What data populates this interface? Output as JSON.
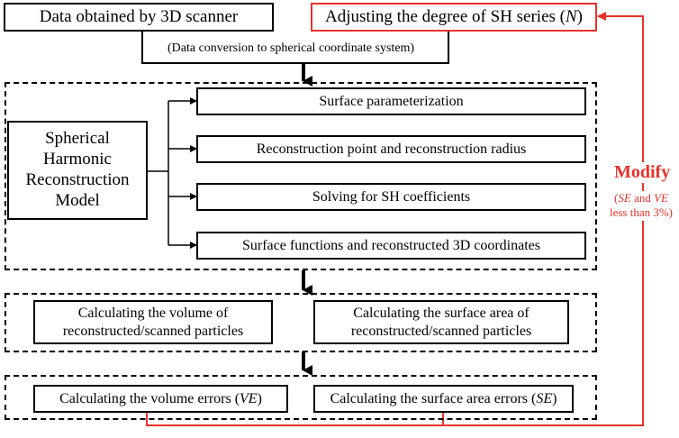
{
  "top": {
    "scanner_box": "Data obtained by 3D scanner",
    "adjust_box_prefix": "Adjusting the degree of SH series (",
    "adjust_box_var": "N",
    "adjust_box_suffix": ")",
    "conversion_note": "(Data conversion to spherical coordinate system)"
  },
  "model": {
    "label": "Spherical Harmonic Reconstruction Model",
    "steps": [
      "Surface parameterization",
      "Reconstruction point and reconstruction radius",
      "Solving for SH coefficients",
      "Surface functions and reconstructed 3D coordinates"
    ]
  },
  "calc": {
    "volume": "Calculating the volume of reconstructed/scanned particles",
    "surface": "Calculating the surface area of reconstructed/scanned particles"
  },
  "errors": {
    "volume_prefix": "Calculating the volume errors (",
    "volume_var": "VE",
    "volume_suffix": ")",
    "surface_prefix": "Calculating the surface area errors (",
    "surface_var": "SE",
    "surface_suffix": ")"
  },
  "feedback": {
    "title": "Modify",
    "cond_open": "(",
    "cond_se": "SE",
    "cond_and": " and ",
    "cond_ve": "VE",
    "cond_line2": "less than 3%)"
  },
  "colors": {
    "feedback": "#e8312a",
    "line": "#000000"
  }
}
